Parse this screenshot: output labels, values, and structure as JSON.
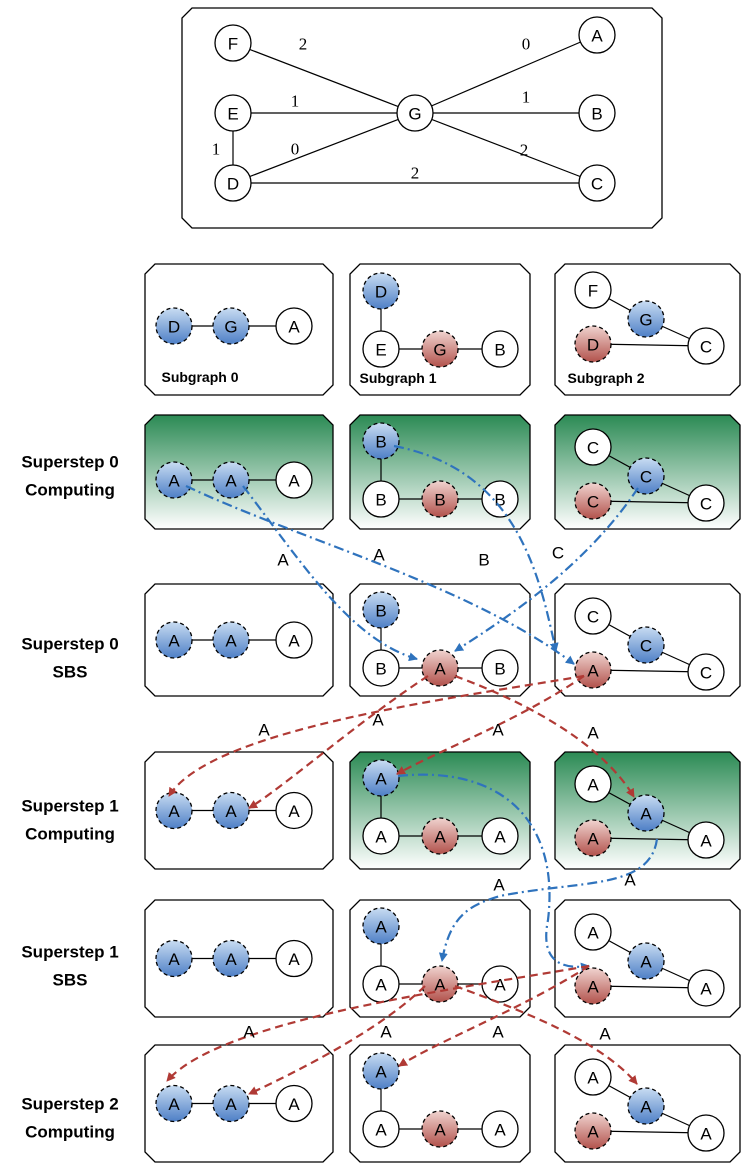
{
  "colors": {
    "blue_arrow": "#2f73bd",
    "red_arrow": "#b03a35",
    "green_top": "#2e8b57",
    "blue_node_top": "#a9c6e8",
    "blue_node_bottom": "#4f7fc4",
    "red_node_top": "#e9c1bd",
    "red_node_bottom": "#b8554f"
  },
  "top_graph": {
    "nodes": [
      "F",
      "E",
      "D",
      "G",
      "A",
      "B",
      "C"
    ],
    "edges": [
      {
        "from": "F",
        "to": "G",
        "weight": "2"
      },
      {
        "from": "E",
        "to": "G",
        "weight": "1"
      },
      {
        "from": "D",
        "to": "G",
        "weight": "0"
      },
      {
        "from": "E",
        "to": "D",
        "weight": "1"
      },
      {
        "from": "D",
        "to": "C",
        "weight": "2"
      },
      {
        "from": "G",
        "to": "A",
        "weight": "0"
      },
      {
        "from": "G",
        "to": "B",
        "weight": "1"
      },
      {
        "from": "G",
        "to": "C",
        "weight": "2"
      }
    ]
  },
  "row_labels": [
    "Superstep 0",
    "Computing",
    "Superstep 0",
    "SBS",
    "Superstep 1",
    "Computing",
    "Superstep 1",
    "SBS",
    "Superstep 2",
    "Computing"
  ],
  "subgraph_captions": [
    "Subgraph 0",
    "Subgraph 1",
    "Subgraph 2"
  ],
  "rows": [
    {
      "highlight": [
        false,
        false,
        false
      ],
      "p0": [
        "D",
        "G",
        "A"
      ],
      "p1": [
        "D",
        "E",
        "G",
        "B"
      ],
      "p2": [
        "F",
        "G",
        "D",
        "C"
      ]
    },
    {
      "highlight": [
        true,
        true,
        true
      ],
      "p0": [
        "A",
        "A",
        "A"
      ],
      "p1": [
        "B",
        "B",
        "B",
        "B"
      ],
      "p2": [
        "C",
        "C",
        "C",
        "C"
      ]
    },
    {
      "highlight": [
        false,
        false,
        false
      ],
      "p0": [
        "A",
        "A",
        "A"
      ],
      "p1": [
        "B",
        "B",
        "A",
        "B"
      ],
      "p2": [
        "C",
        "C",
        "A",
        "C"
      ]
    },
    {
      "highlight": [
        false,
        true,
        true
      ],
      "p0": [
        "A",
        "A",
        "A"
      ],
      "p1": [
        "A",
        "A",
        "A",
        "A"
      ],
      "p2": [
        "A",
        "A",
        "A",
        "A"
      ]
    },
    {
      "highlight": [
        false,
        false,
        false
      ],
      "p0": [
        "A",
        "A",
        "A"
      ],
      "p1": [
        "A",
        "A",
        "A",
        "A"
      ],
      "p2": [
        "A",
        "A",
        "A",
        "A"
      ]
    },
    {
      "highlight": [
        false,
        false,
        false
      ],
      "p0": [
        "A",
        "A",
        "A"
      ],
      "p1": [
        "A",
        "A",
        "A",
        "A"
      ],
      "p2": [
        "A",
        "A",
        "A",
        "A"
      ]
    }
  ],
  "message_labels": {
    "s0": [
      "A",
      "A",
      "B",
      "C"
    ],
    "s0sbs": [
      "A",
      "A",
      "A",
      "A"
    ],
    "s1": [
      "A",
      "A"
    ],
    "s1sbs": [
      "A",
      "A",
      "A",
      "A"
    ]
  }
}
